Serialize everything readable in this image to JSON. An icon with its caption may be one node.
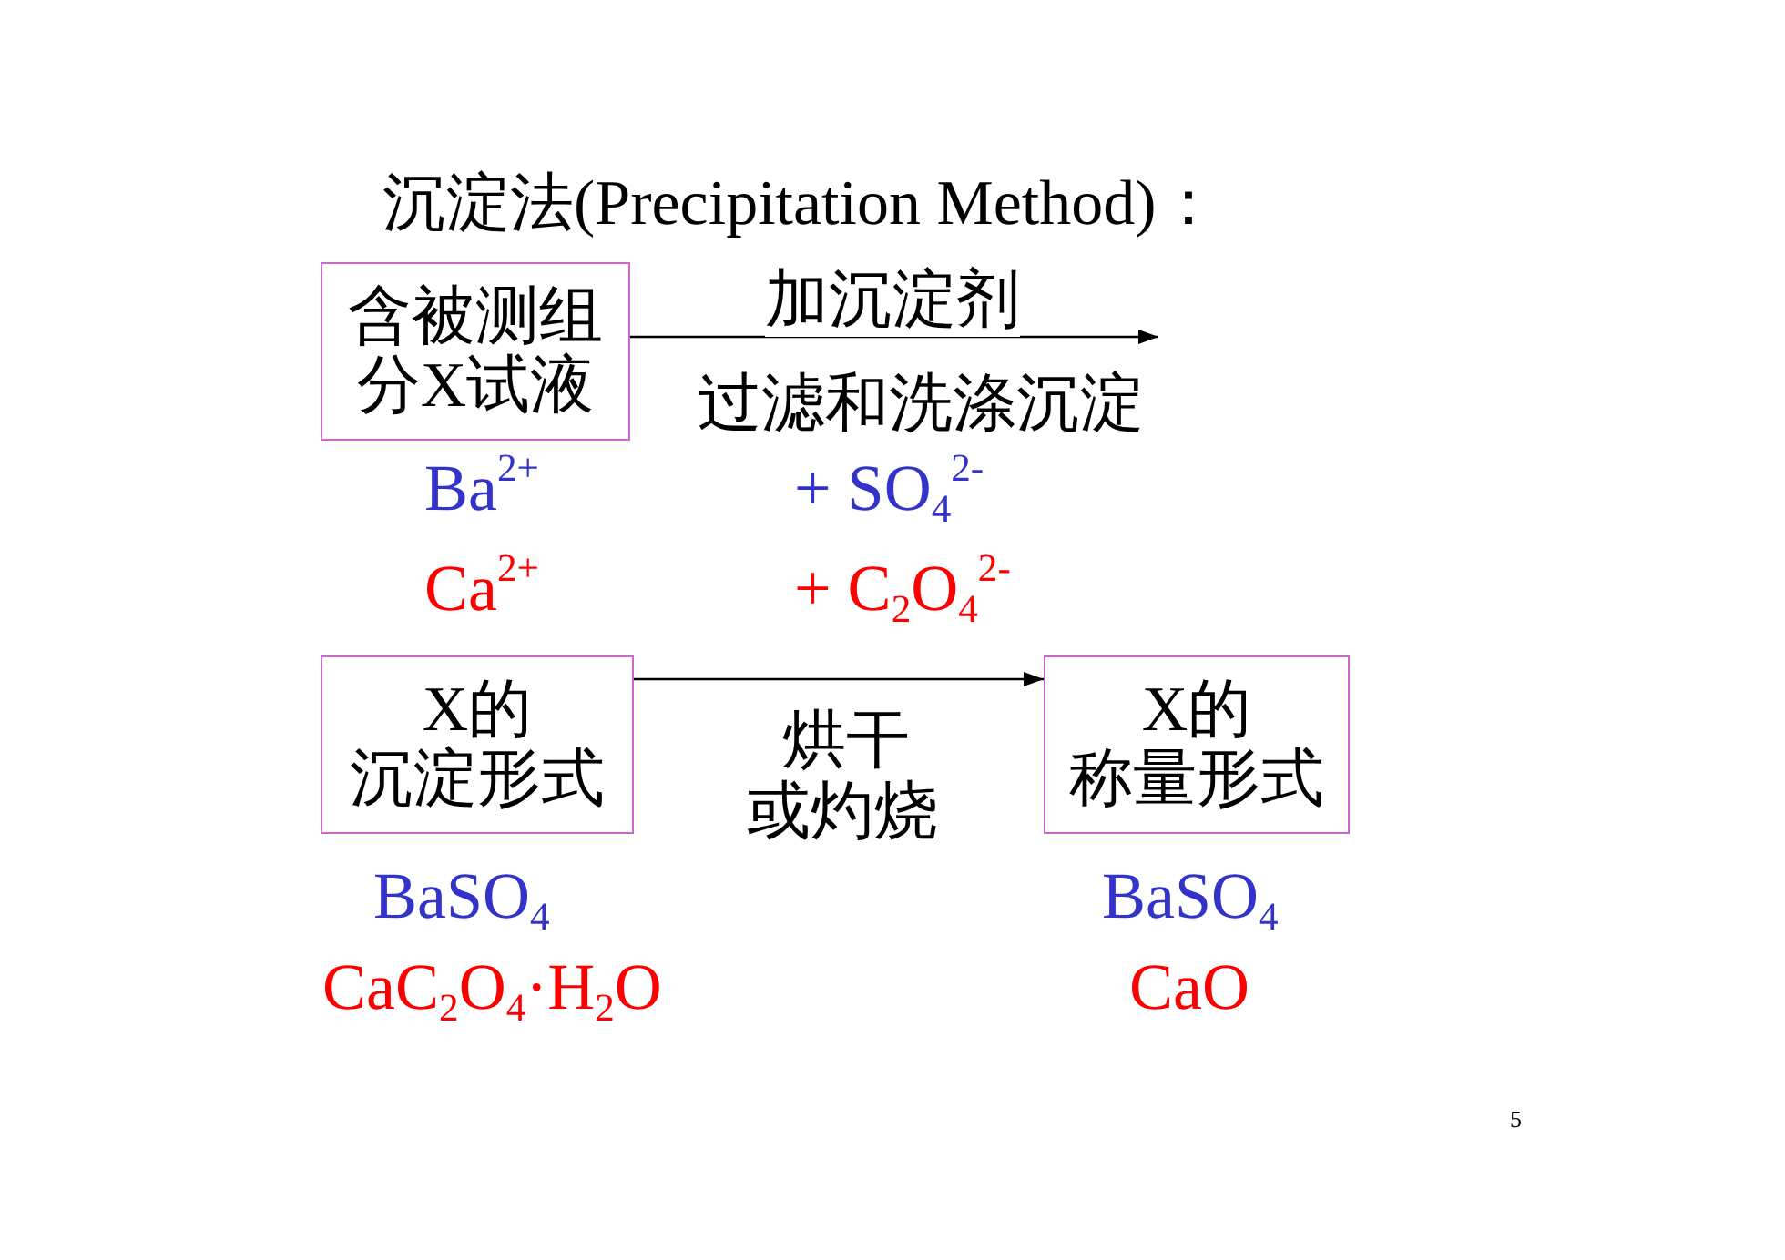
{
  "diagram": {
    "title": "沉淀法(Precipitation Method)：",
    "nodes": [
      {
        "text": [
          "含被测组分X试液"
        ]
      },
      {
        "text": [
          "X的",
          "沉淀形式"
        ]
      },
      {
        "text": [
          "X的",
          "称量形式"
        ]
      }
    ],
    "edges": [
      {
        "from": 0,
        "to": null,
        "arrow": "to",
        "label": "加沉淀剂"
      },
      {
        "from": 1,
        "to": 2,
        "arrow": "to",
        "label": "烘干或灼烧"
      }
    ],
    "labels": [
      "过滤和洗涤沉淀",
      "Ba$^{2+}$",
      "+ SO$_{4}$$^{2-}$",
      "Ca$^{2+}$",
      "+ C$_{2}$O$_{4}$$^{2-}$",
      "BaSO$_{4}$",
      "BaSO$_{4}$",
      "CaC$_{2}$O$_{4}$·H$_{2}$O",
      "CaO",
      "5"
    ]
  }
}
